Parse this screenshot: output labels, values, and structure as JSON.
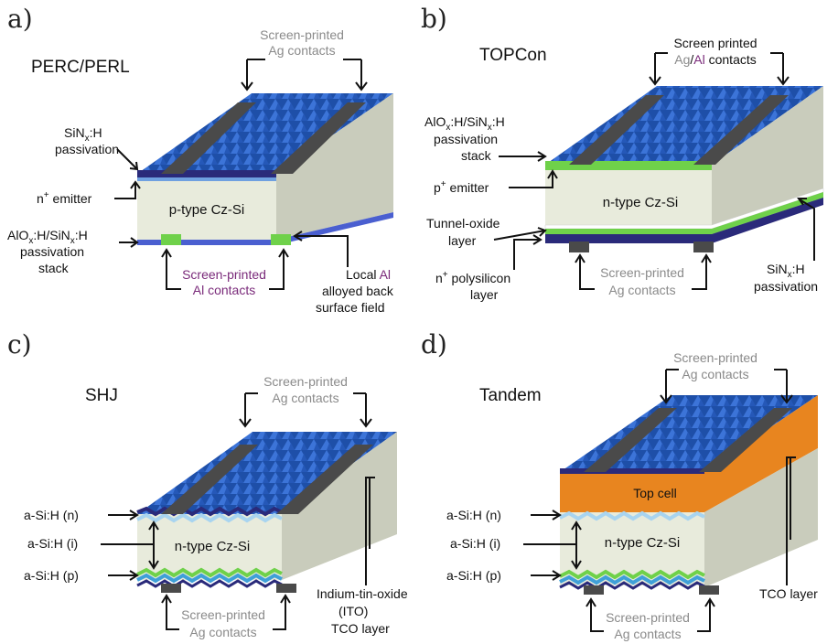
{
  "panels": {
    "a": {
      "letter": "a)",
      "title": "PERC/PERL",
      "top_contacts": [
        "Screen-printed",
        "Ag contacts"
      ],
      "passivation_front": [
        "SiN",
        "x",
        ":H",
        "passivation"
      ],
      "emitter": [
        "n",
        "+",
        " emitter"
      ],
      "rear_stack": [
        "AlO",
        "x",
        ":H/SiN",
        "x",
        ":H",
        "passivation",
        "stack"
      ],
      "bulk": "p-type Cz-Si",
      "rear_contacts": [
        "Screen-printed",
        "Al contacts"
      ],
      "bsf": [
        "Local ",
        "Al",
        "alloyed back",
        "surface field"
      ]
    },
    "b": {
      "letter": "b)",
      "title": "TOPCon",
      "top_contacts": [
        "Screen printed",
        "Ag",
        "/",
        "Al",
        " contacts"
      ],
      "front_stack": [
        "AlO",
        "x",
        ":H/SiN",
        "x",
        ":H",
        "passivation",
        "stack"
      ],
      "emitter": [
        "p",
        "+",
        " emitter"
      ],
      "tunnel": [
        "Tunnel-oxide",
        "layer"
      ],
      "poly": [
        "n",
        "+",
        " polysilicon",
        "layer"
      ],
      "bulk": "n-type Cz-Si",
      "rear_contacts": [
        "Screen-printed",
        "Ag contacts"
      ],
      "rear_passivation": [
        "SiN",
        "x",
        ":H",
        "passivation"
      ]
    },
    "c": {
      "letter": "c)",
      "title": "SHJ",
      "top_contacts": [
        "Screen-printed",
        "Ag contacts"
      ],
      "layers": [
        "a-Si:H (n)",
        "a-Si:H (i)",
        "a-Si:H (p)"
      ],
      "bulk": "n-type Cz-Si",
      "rear_contacts": [
        "Screen-printed",
        "Ag contacts"
      ],
      "ito": [
        "Indium-tin-oxide",
        "(ITO)",
        "TCO layer"
      ]
    },
    "d": {
      "letter": "d)",
      "title": "Tandem",
      "top_contacts": [
        "Screen-printed",
        "Ag contacts"
      ],
      "top_cell": "Top cell",
      "layers": [
        "a-Si:H (n)",
        "a-Si:H (i)",
        "a-Si:H (p)"
      ],
      "bulk": "n-type Cz-Si",
      "rear_contacts": [
        "Screen-printed",
        "Ag contacts"
      ],
      "tco": "TCO layer"
    }
  },
  "colors": {
    "texture": "#2a5fc4",
    "texture_light": "#5b8fe0",
    "bulk": "#e8ebdc",
    "bulk_side": "#c9ccbc",
    "contact": "#4a4a4a",
    "green": "#6fd14a",
    "navy": "#2a2a7a",
    "rear_blue": "#4a5fd0",
    "orange": "#e8851f",
    "grey_text": "#8a8a8a",
    "purple_text": "#7a2a7a"
  }
}
